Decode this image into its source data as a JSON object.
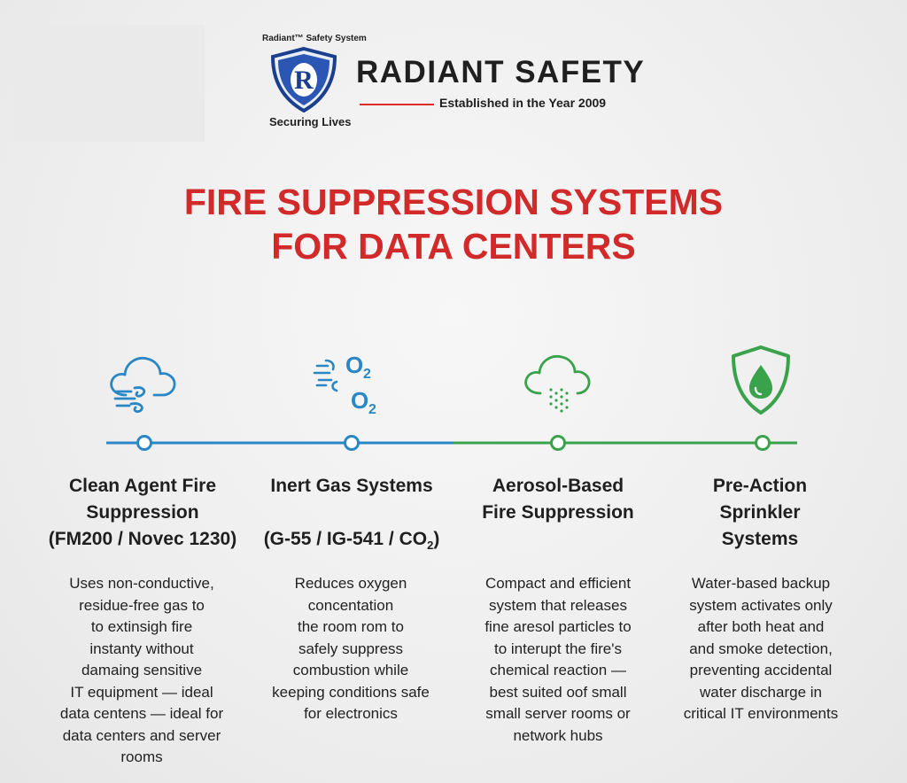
{
  "logo": {
    "small_text": "Radiant™ Safety System",
    "letter": "R",
    "tagline": "Securing Lives",
    "brand": "RADIANT SAFETY",
    "established": "Established in the Year 2009"
  },
  "title": {
    "line1": "FIRE SUPPRESSION SYSTEMS",
    "line2": "FOR DATA CENTERS"
  },
  "colors": {
    "blue": "#2a86c4",
    "green": "#3aa24b",
    "red": "#d12a2a"
  },
  "columns": [
    {
      "icon": "cloud-wind-icon",
      "title_lines": [
        "Clean Agent Fire",
        "Suppression",
        "(FM200 / Novec 1230)"
      ],
      "desc_lines": [
        "Uses non-conductive,",
        "residue-free gas to",
        "to extinsigh fire",
        "instanty without",
        "damaing sensitive",
        "IT equipment — ideal",
        "data centens — ideal for",
        "data centers and server",
        "rooms"
      ]
    },
    {
      "icon": "oxygen-icon",
      "title_lines": [
        "Inert Gas Systems",
        "",
        "(G-55 / IG-541 / CO",
        "2",
        ")"
      ],
      "desc_lines": [
        "Reduces oxygen",
        "concentation",
        "the room rom to",
        "safely suppress",
        "combustion while",
        "keeping conditions safe",
        "for electronics"
      ]
    },
    {
      "icon": "cloud-aerosol-icon",
      "title_lines": [
        "Aerosol-Based",
        "Fire Suppression"
      ],
      "desc_lines": [
        "Compact and efficient",
        "system that releases",
        "fine aresol particles to",
        "to interupt the fire's",
        "chemical reaction —",
        "best suited oof small",
        "small server rooms or",
        "network hubs"
      ]
    },
    {
      "icon": "shield-water-drop-icon",
      "title_lines": [
        "Pre-Action",
        "Sprinkler",
        "Systems"
      ],
      "desc_lines": [
        "Water-based backup",
        "system activates only",
        "after both heat and",
        "and smoke detection,",
        "preventing accidental",
        "water discharge in",
        "critical IT environments"
      ]
    }
  ]
}
